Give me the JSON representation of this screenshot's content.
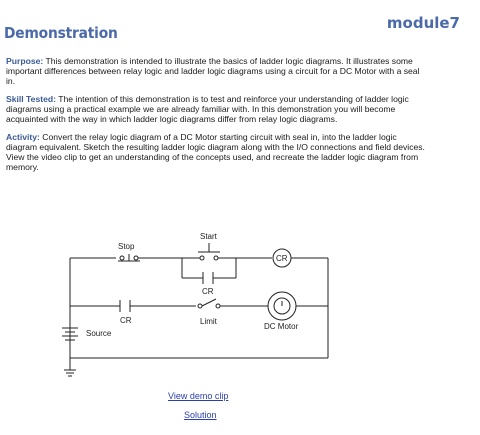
{
  "header": {
    "title": "Demonstration",
    "module": "module7"
  },
  "sections": [
    {
      "label": "Purpose:",
      "text": " This demonstration is intended to illustrate the basics of ladder logic diagrams. It illustrates some important differences between relay logic and ladder logic diagrams using a circuit for a DC Motor with a seal in."
    },
    {
      "label": "Skill Tested:",
      "text": " The intention of this demonstration is to test and reinforce your understanding of ladder logic diagrams using a practical example we are already familiar with. In this demonstration you will become acquainted with the way in which ladder logic diagrams differ from relay logic diagrams."
    },
    {
      "label": "Activity:",
      "text": " Convert the relay logic diagram of a DC Motor starting circuit with seal in, into the ladder logic diagram equivalent. Sketch the resulting ladder logic diagram along with the I/O connections and field devices. View the video clip to get an understanding of the concepts used, and recreate the ladder logic diagram from memory."
    }
  ],
  "diagram": {
    "labels": {
      "start": "Start",
      "stop": "Stop",
      "cr_coil": "CR",
      "cr_seal": "CR",
      "cr_contact": "CR",
      "limit": "Limit",
      "motor": "DC Motor",
      "source": "Source"
    }
  },
  "links": {
    "demo": "View demo clip",
    "solution": "Solution"
  }
}
